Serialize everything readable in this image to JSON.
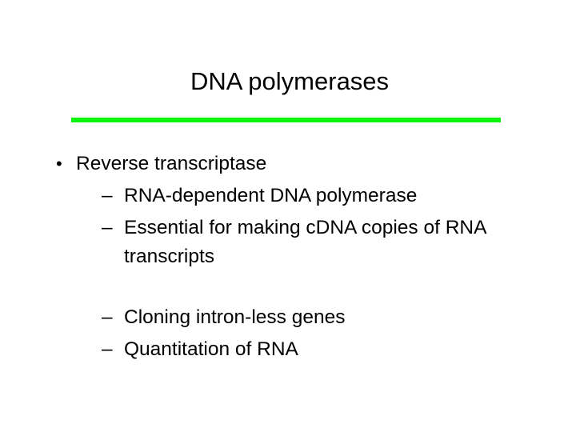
{
  "slide": {
    "title": "DNA polymerases",
    "accent_color": "#0cf50c",
    "bullets": [
      {
        "marker": "•",
        "text": "Reverse transcriptase",
        "sub_items": [
          {
            "marker": "–",
            "text": "RNA-dependent DNA polymerase"
          },
          {
            "marker": "–",
            "text": "Essential for making cDNA copies of RNA",
            "continuation": "transcripts"
          },
          {
            "marker": "–",
            "text": "Cloning intron-less genes"
          },
          {
            "marker": "–",
            "text": "Quantitation of RNA"
          }
        ]
      }
    ]
  }
}
